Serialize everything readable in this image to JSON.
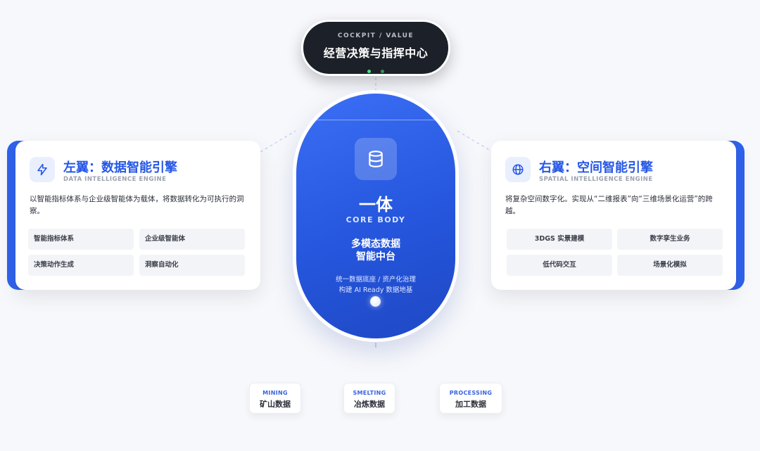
{
  "top_pill": {
    "eyebrow": "COCKPIT / VALUE",
    "title": "经营决策与指挥中心"
  },
  "core": {
    "icon": "database-icon",
    "big": "一体",
    "sub_en": "CORE BODY",
    "name_line1": "多模态数据",
    "name_line2": "智能中台",
    "desc_line1": "统一数据底座 / 资产化治理",
    "desc_line2": "构建 AI Ready 数据地基"
  },
  "left_wing": {
    "icon": "lightning-icon",
    "title": "左翼：数据智能引擎",
    "subtitle": "DATA INTELLIGENCE ENGINE",
    "description": "以智能指标体系与企业级智能体为载体，将数据转化为可执行的洞察。",
    "tags": [
      "智能指标体系",
      "企业级智能体",
      "决策动作生成",
      "洞察自动化"
    ]
  },
  "right_wing": {
    "icon": "globe-icon",
    "title": "右翼：空间智能引擎",
    "subtitle": "SPATIAL INTELLIGENCE ENGINE",
    "description": "将复杂空间数字化。实现从“二维报表”向“三维场景化运营”的跨越。",
    "tags": [
      "3DGS 实景建模",
      "数字孪生业务",
      "低代码交互",
      "场景化模拟"
    ]
  },
  "bottom_nodes": [
    {
      "en": "MINING",
      "zh": "矿山数据"
    },
    {
      "en": "SMELTING",
      "zh": "冶炼数据"
    },
    {
      "en": "PROCESSING",
      "zh": "加工数据"
    }
  ],
  "colors": {
    "accent": "#2557e6",
    "dark_pill": "#1c2028",
    "status_green": "#4ade80"
  }
}
